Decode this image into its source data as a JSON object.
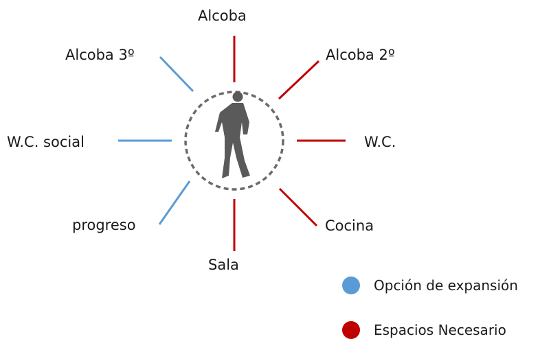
{
  "colors": {
    "expansion": "#5b9bd5",
    "necessary": "#c00000",
    "ring": "#6b6b6b",
    "figure": "#5a5a5a"
  },
  "nodes": {
    "alcoba": {
      "label": "Alcoba",
      "category": "necessary"
    },
    "alcoba_2": {
      "label": "Alcoba 2º",
      "category": "necessary"
    },
    "wc": {
      "label": "W.C.",
      "category": "necessary"
    },
    "cocina": {
      "label": "Cocina",
      "category": "necessary"
    },
    "sala": {
      "label": "Sala",
      "category": "necessary"
    },
    "progreso": {
      "label": "progreso",
      "category": "expansion"
    },
    "wc_social": {
      "label": "W.C. social",
      "category": "expansion"
    },
    "alcoba_3": {
      "label": "Alcoba 3º",
      "category": "expansion"
    }
  },
  "center": {
    "icon": "walking-person-icon"
  },
  "legend": {
    "expansion_label": "Opción de expansión",
    "necessary_label": "Espacios Necesario"
  }
}
